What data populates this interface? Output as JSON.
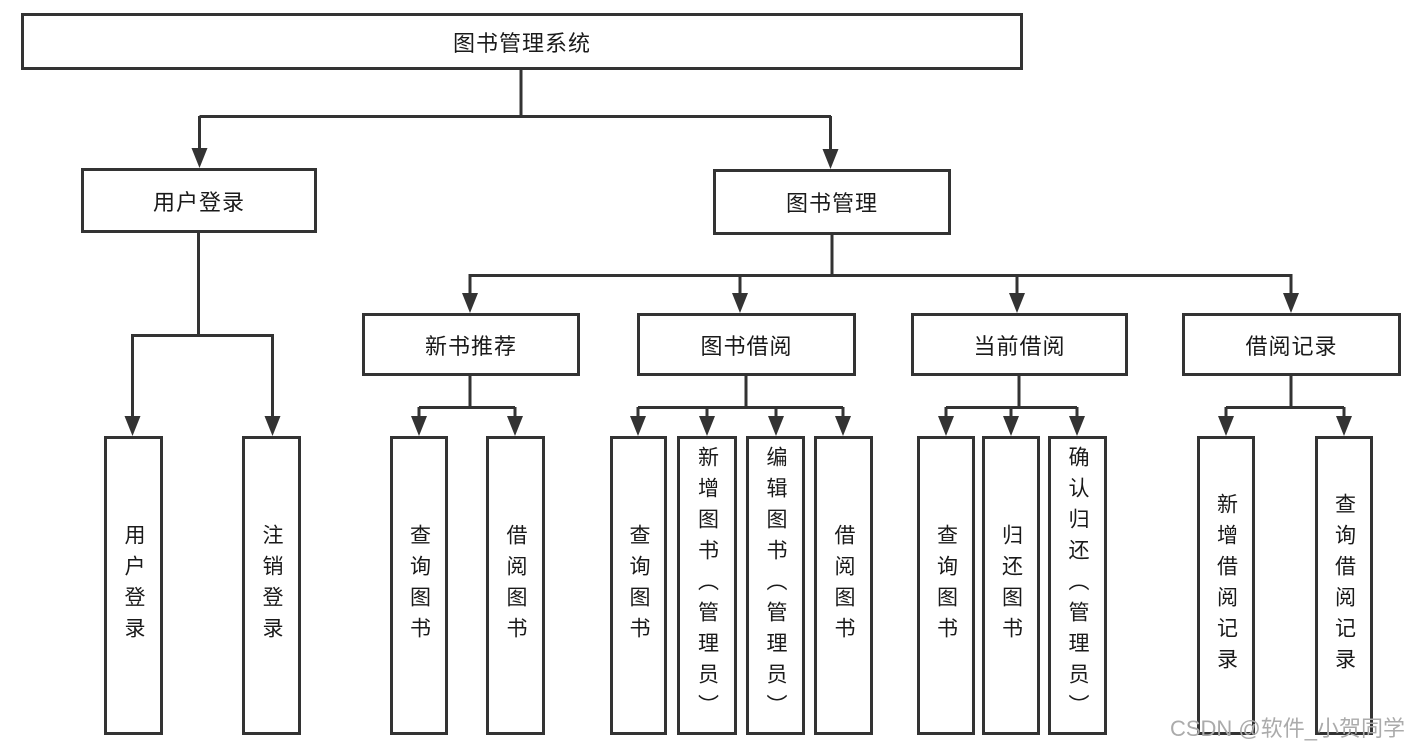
{
  "diagram": {
    "type": "tree",
    "title": "图书管理系统",
    "watermark": "CSDN @软件_小贺同学",
    "colors": {
      "line": "#333333",
      "box_border": "#333333",
      "box_fill": "#ffffff",
      "text": "#1a1a1a",
      "background": "#ffffff",
      "watermark": "#ababab"
    },
    "tree": {
      "label": "图书管理系统",
      "children": [
        {
          "label": "用户登录",
          "children": [
            {
              "label": "用户登录"
            },
            {
              "label": "注销登录"
            }
          ]
        },
        {
          "label": "图书管理",
          "children": [
            {
              "label": "新书推荐",
              "children": [
                {
                  "label": "查询图书"
                },
                {
                  "label": "借阅图书"
                }
              ]
            },
            {
              "label": "图书借阅",
              "children": [
                {
                  "label": "查询图书"
                },
                {
                  "label": "新增图书（管理员）"
                },
                {
                  "label": "编辑图书（管理员）"
                },
                {
                  "label": "借阅图书"
                }
              ]
            },
            {
              "label": "当前借阅",
              "children": [
                {
                  "label": "查询图书"
                },
                {
                  "label": "归还图书"
                },
                {
                  "label": "确认归还（管理员）"
                }
              ]
            },
            {
              "label": "借阅记录",
              "children": [
                {
                  "label": "新增借阅记录"
                },
                {
                  "label": "查询借阅记录"
                }
              ]
            }
          ]
        }
      ]
    }
  }
}
